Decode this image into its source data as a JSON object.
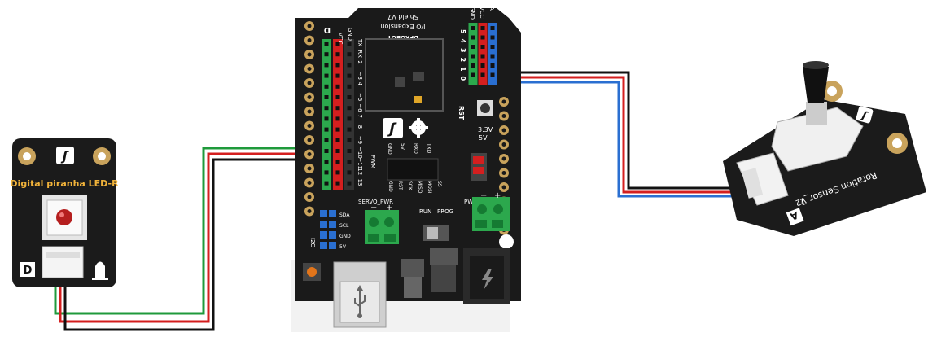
{
  "led_module": {
    "title": "Digital piranha LED-R",
    "type_badge": "D",
    "logo": "dfrobot-logo-icon"
  },
  "shield": {
    "brand_text": "DFROBOT",
    "subtitle": "I/O Expansion",
    "version": "Shield V7",
    "digital_label": "D",
    "vcc_label": "VCC",
    "gnd_label": "GND",
    "left_pin_labels": [
      "TX",
      "RX",
      "2",
      "~3",
      "4",
      "~5",
      "~6",
      "7",
      "8",
      "~9",
      "~10",
      "~11",
      "12",
      "13"
    ],
    "right_pin_labels": [
      "5",
      "4",
      "3",
      "2",
      "1",
      "0"
    ],
    "right_header": [
      "GND",
      "VCC",
      "A"
    ],
    "rst_label": "RST",
    "pwm_label": "PWM",
    "logic_labels": [
      "3.3V",
      "5V"
    ],
    "spi_labels": [
      "GND",
      "RST",
      "SCK",
      "MISO",
      "MOSI",
      "SS"
    ],
    "serial_labels": [
      "GND",
      "5V",
      "RXD",
      "TXD"
    ],
    "power_labels": [
      "SERVO_PWR",
      "PWR_IN",
      "RUN",
      "PROG"
    ],
    "i2c_labels": [
      "SDA",
      "SCL",
      "GND",
      "5V"
    ],
    "i2c_title": "I2C",
    "logo": "dfrobot-logo-icon",
    "gear_logo": "gear-icon"
  },
  "sensor_module": {
    "title": "Rotation Sensor_1",
    "version": "V2",
    "type_badge": "A",
    "logo": "dfrobot-logo-icon"
  },
  "wires": {
    "signal_colors": [
      "#1f9a3b",
      "#d41f1f",
      "#111111",
      "#2a6fd1"
    ]
  }
}
